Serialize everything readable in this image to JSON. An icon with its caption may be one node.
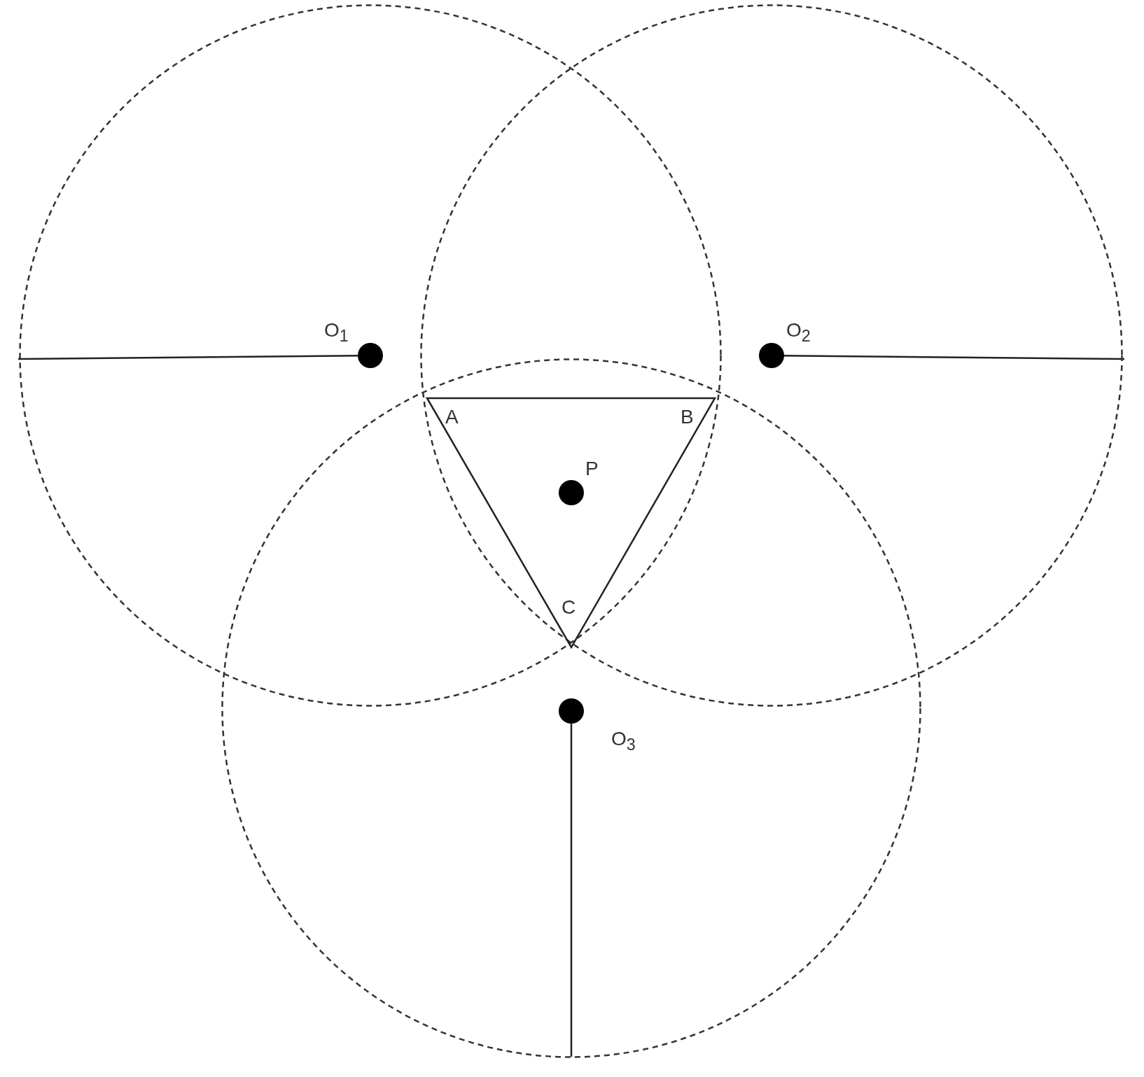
{
  "diagram": {
    "nodes": [
      {
        "text": [],
        "shape": "circle"
      },
      {
        "text": [],
        "shape": "circle"
      },
      {
        "text": [],
        "shape": "circle",
        "in": 0,
        "beside": [
          "O$_{1}$"
        ]
      },
      {
        "text": [],
        "shape": "circle",
        "in": 1,
        "beside": [
          "O$_{2}$"
        ]
      },
      {
        "text": [],
        "shape": "circle"
      },
      {
        "text": [
          "A",
          "B",
          "C"
        ]
      },
      {
        "text": [],
        "shape": "circle",
        "in": 5,
        "beside": [
          "P"
        ]
      },
      {
        "text": [],
        "shape": "circle",
        "in": 4,
        "beside": [
          "O$_{3}$"
        ]
      }
    ]
  }
}
